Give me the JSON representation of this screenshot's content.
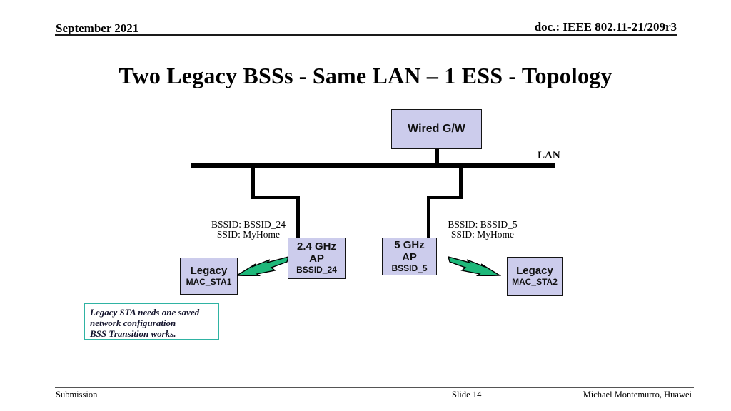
{
  "header": {
    "date": "September 2021",
    "doc_id": "doc.: IEEE 802.11-21/209r3"
  },
  "title": "Two Legacy BSSs - Same LAN – 1 ESS - Topology",
  "diagram": {
    "gateway": {
      "label": "Wired G/W"
    },
    "lan_label": "LAN",
    "ap24": {
      "line1": "2.4 GHz",
      "line2": "AP",
      "line3": "BSSID_24"
    },
    "ap5": {
      "line1": "5 GHz",
      "line2": "AP",
      "line3": "BSSID_5"
    },
    "sta1": {
      "line1": "Legacy",
      "line2": "MAC_STA1"
    },
    "sta2": {
      "line1": "Legacy",
      "line2": "MAC_STA2"
    },
    "bssid24_annotation": {
      "line1": "BSSID: BSSID_24",
      "line2": "SSID: MyHome"
    },
    "bssid5_annotation": {
      "line1": "BSSID: BSSID_5",
      "line2": "SSID: MyHome"
    },
    "note": {
      "line1": "Legacy STA needs one saved",
      "line2": "network configuration",
      "line3": "BSS Transition works."
    }
  },
  "footer": {
    "left": "Submission",
    "center": "Slide 14",
    "right": "Michael Montemurro, Huawei"
  },
  "colors": {
    "box_fill": "#ccccec",
    "box_border": "#141414",
    "bolt_green": "#1eb87a",
    "note_border": "#2fb3a3",
    "wire_black": "#000000"
  }
}
